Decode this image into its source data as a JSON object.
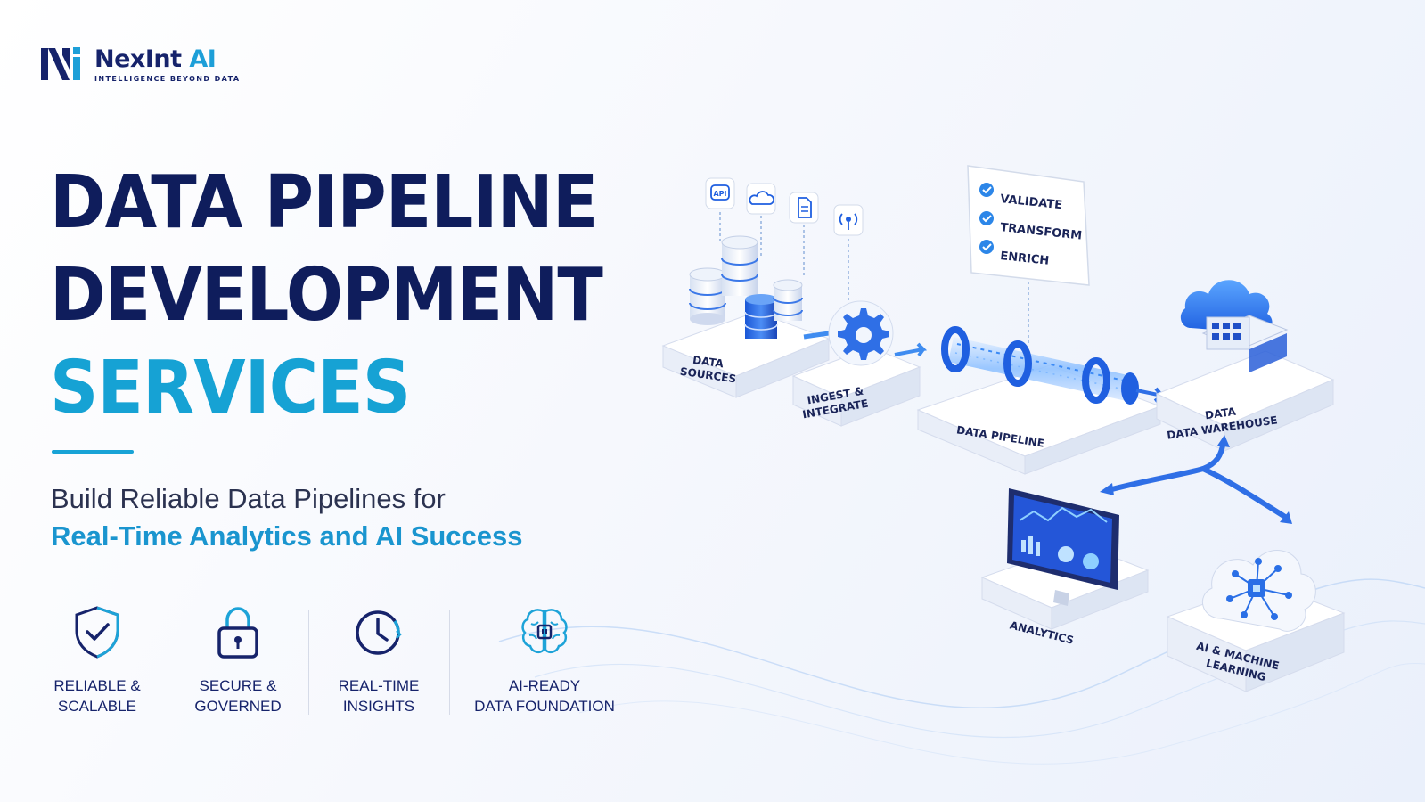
{
  "brand": {
    "name": "NexInt",
    "name_ai": "AI",
    "tagline": "INTELLIGENCE BEYOND DATA"
  },
  "headline": {
    "line1": "DATA PIPELINE",
    "line2": "DEVELOPMENT",
    "line3": "SERVICES"
  },
  "subtitle": {
    "line1": "Build Reliable Data Pipelines for",
    "line2": "Real-Time Analytics and AI Success"
  },
  "features": [
    {
      "icon": "shield-check-icon",
      "line1": "RELIABLE &",
      "line2": "SCALABLE"
    },
    {
      "icon": "padlock-icon",
      "line1": "SECURE &",
      "line2": "GOVERNED"
    },
    {
      "icon": "clock-icon",
      "line1": "REAL-TIME",
      "line2": "INSIGHTS"
    },
    {
      "icon": "brain-chip-icon",
      "line1": "AI-READY",
      "line2": "DATA FOUNDATION"
    }
  ],
  "diagram": {
    "source_icons": [
      "API"
    ],
    "steps": [
      "VALIDATE",
      "TRANSFORM",
      "ENRICH"
    ],
    "stages": {
      "data_sources": [
        "DATA",
        "SOURCES"
      ],
      "ingest": [
        "INGEST &",
        "INTEGRATE"
      ],
      "pipeline": "DATA PIPELINE",
      "warehouse": [
        "DATA",
        "DATA WAREHOUSE"
      ],
      "analytics": "ANALYTICS",
      "ai_ml": [
        "AI & MACHINE",
        "LEARNING"
      ]
    }
  },
  "colors": {
    "navy": "#0f1d5c",
    "accent_blue": "#16a2d4",
    "royal_blue": "#1f5fe0"
  }
}
